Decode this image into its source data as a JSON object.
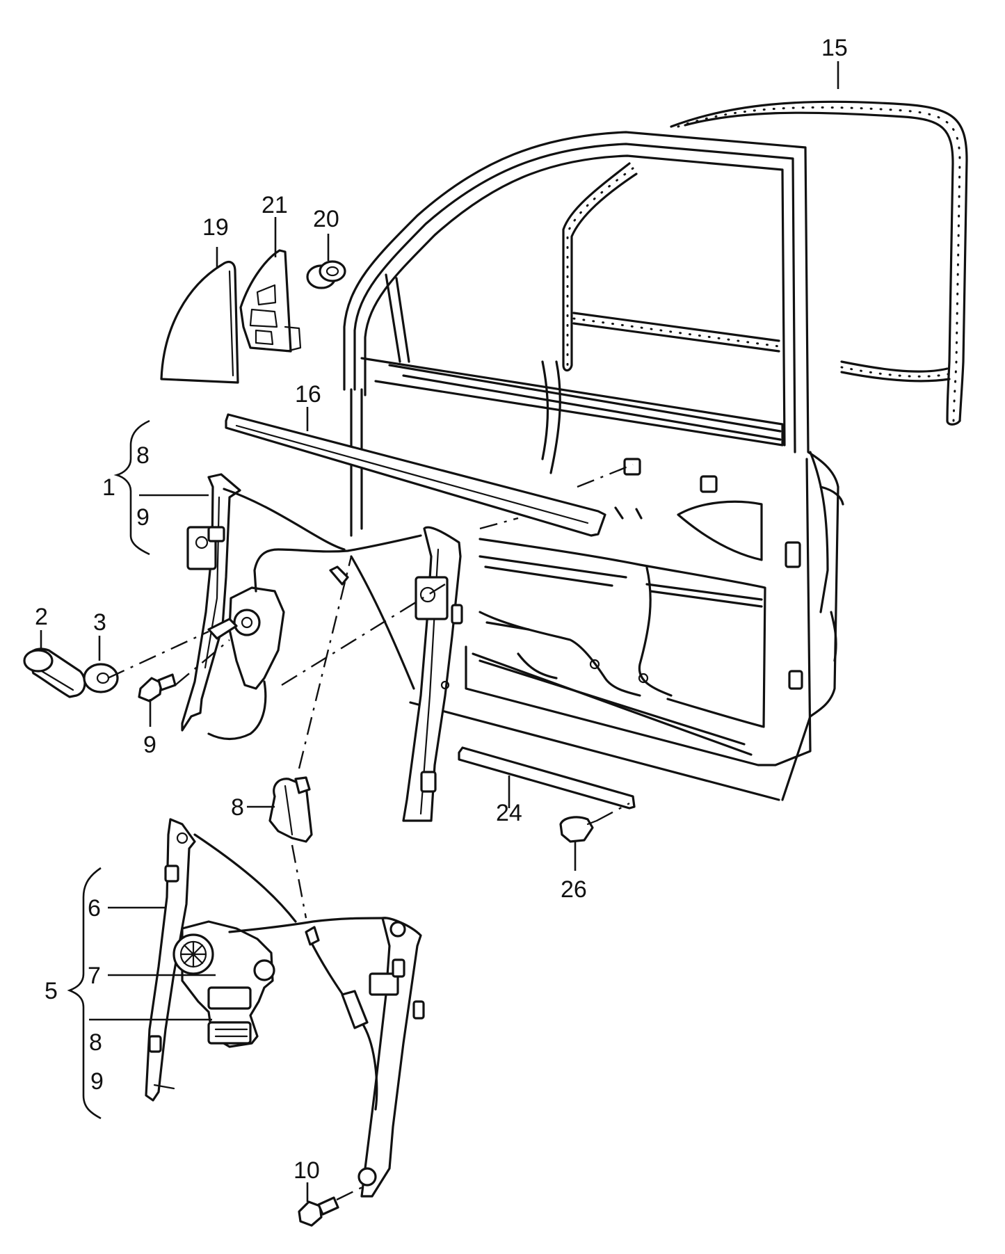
{
  "callouts": {
    "c15": "15",
    "c19": "19",
    "c21": "21",
    "c20": "20",
    "c16": "16",
    "c1": "1",
    "c1_8": "8",
    "c1_9": "9",
    "c2": "2",
    "c3": "3",
    "c9": "9",
    "c8": "8",
    "c24": "24",
    "c26": "26",
    "c6": "6",
    "c7": "7",
    "c5": "5",
    "c5_8": "8",
    "c5_9": "9",
    "c10": "10"
  }
}
